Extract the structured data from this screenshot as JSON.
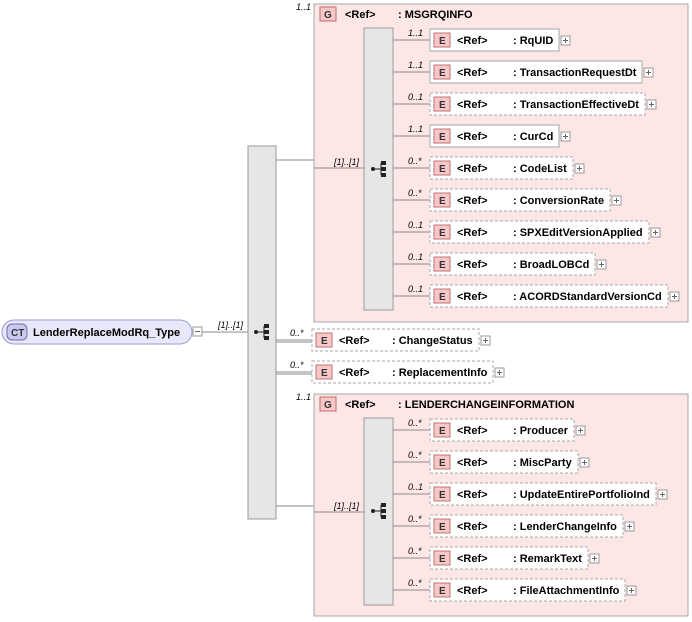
{
  "complex_type": {
    "badge": "CT",
    "name": "LenderReplaceModRq_Type",
    "seq_card": "[1]..[1]"
  },
  "groups": [
    {
      "badge": "G",
      "ref_label": "<Ref>",
      "name": ": MSGRQINFO",
      "cardinality": "1..1",
      "seq_card": "[1]..[1]",
      "elements": [
        {
          "card": "1..1",
          "ref": "<Ref>",
          "name": ": RqUID",
          "optional": false
        },
        {
          "card": "1..1",
          "ref": "<Ref>",
          "name": ": TransactionRequestDt",
          "optional": false
        },
        {
          "card": "0..1",
          "ref": "<Ref>",
          "name": ": TransactionEffectiveDt",
          "optional": true
        },
        {
          "card": "1..1",
          "ref": "<Ref>",
          "name": ": CurCd",
          "optional": false
        },
        {
          "card": "0..*",
          "ref": "<Ref>",
          "name": ": CodeList",
          "optional": true
        },
        {
          "card": "0..*",
          "ref": "<Ref>",
          "name": ": ConversionRate",
          "optional": true
        },
        {
          "card": "0..1",
          "ref": "<Ref>",
          "name": ": SPXEditVersionApplied",
          "optional": true
        },
        {
          "card": "0..1",
          "ref": "<Ref>",
          "name": ": BroadLOBCd",
          "optional": true
        },
        {
          "card": "0..1",
          "ref": "<Ref>",
          "name": ": ACORDStandardVersionCd",
          "optional": true
        }
      ]
    },
    {
      "badge": "G",
      "ref_label": "<Ref>",
      "name": ": LENDERCHANGEINFORMATION",
      "cardinality": "1..1",
      "seq_card": "[1]..[1]",
      "elements": [
        {
          "card": "0..*",
          "ref": "<Ref>",
          "name": ": Producer",
          "optional": true
        },
        {
          "card": "0..*",
          "ref": "<Ref>",
          "name": ": MiscParty",
          "optional": true
        },
        {
          "card": "0..1",
          "ref": "<Ref>",
          "name": ": UpdateEntirePortfolioInd",
          "optional": true
        },
        {
          "card": "0..*",
          "ref": "<Ref>",
          "name": ": LenderChangeInfo",
          "optional": true
        },
        {
          "card": "0..*",
          "ref": "<Ref>",
          "name": ": RemarkText",
          "optional": true
        },
        {
          "card": "0..*",
          "ref": "<Ref>",
          "name": ": FileAttachmentInfo",
          "optional": true
        }
      ]
    }
  ],
  "direct_elements": [
    {
      "card": "0..*",
      "ref": "<Ref>",
      "name": ": ChangeStatus",
      "optional": true
    },
    {
      "card": "0..*",
      "ref": "<Ref>",
      "name": ": ReplacementInfo",
      "optional": true
    }
  ],
  "element_badge": "E",
  "colors": {
    "group_fill": "#fde6e6",
    "element_badge": "#f8c8c8",
    "complex_type_fill": "#e8e8fa",
    "connector": "#8a8a8a"
  }
}
